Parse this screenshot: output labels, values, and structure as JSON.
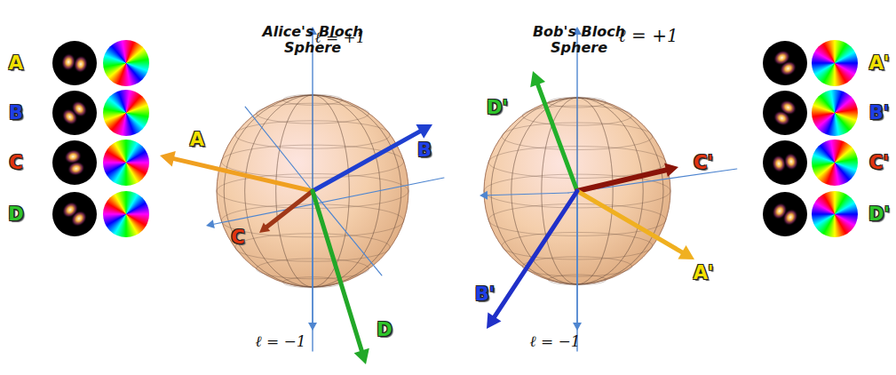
{
  "diagram": {
    "labels": [
      "Alice's Bloch Sphere",
      "ℓ = +1",
      "ℓ = −1",
      "A",
      "B",
      "C",
      "D",
      "A",
      "B",
      "C",
      "D",
      "Bob's Bloch Sphere",
      "ℓ = +1",
      "ℓ = −1",
      "A'",
      "B'",
      "C'",
      "D'",
      "A'",
      "B'",
      "C'",
      "D'"
    ]
  }
}
